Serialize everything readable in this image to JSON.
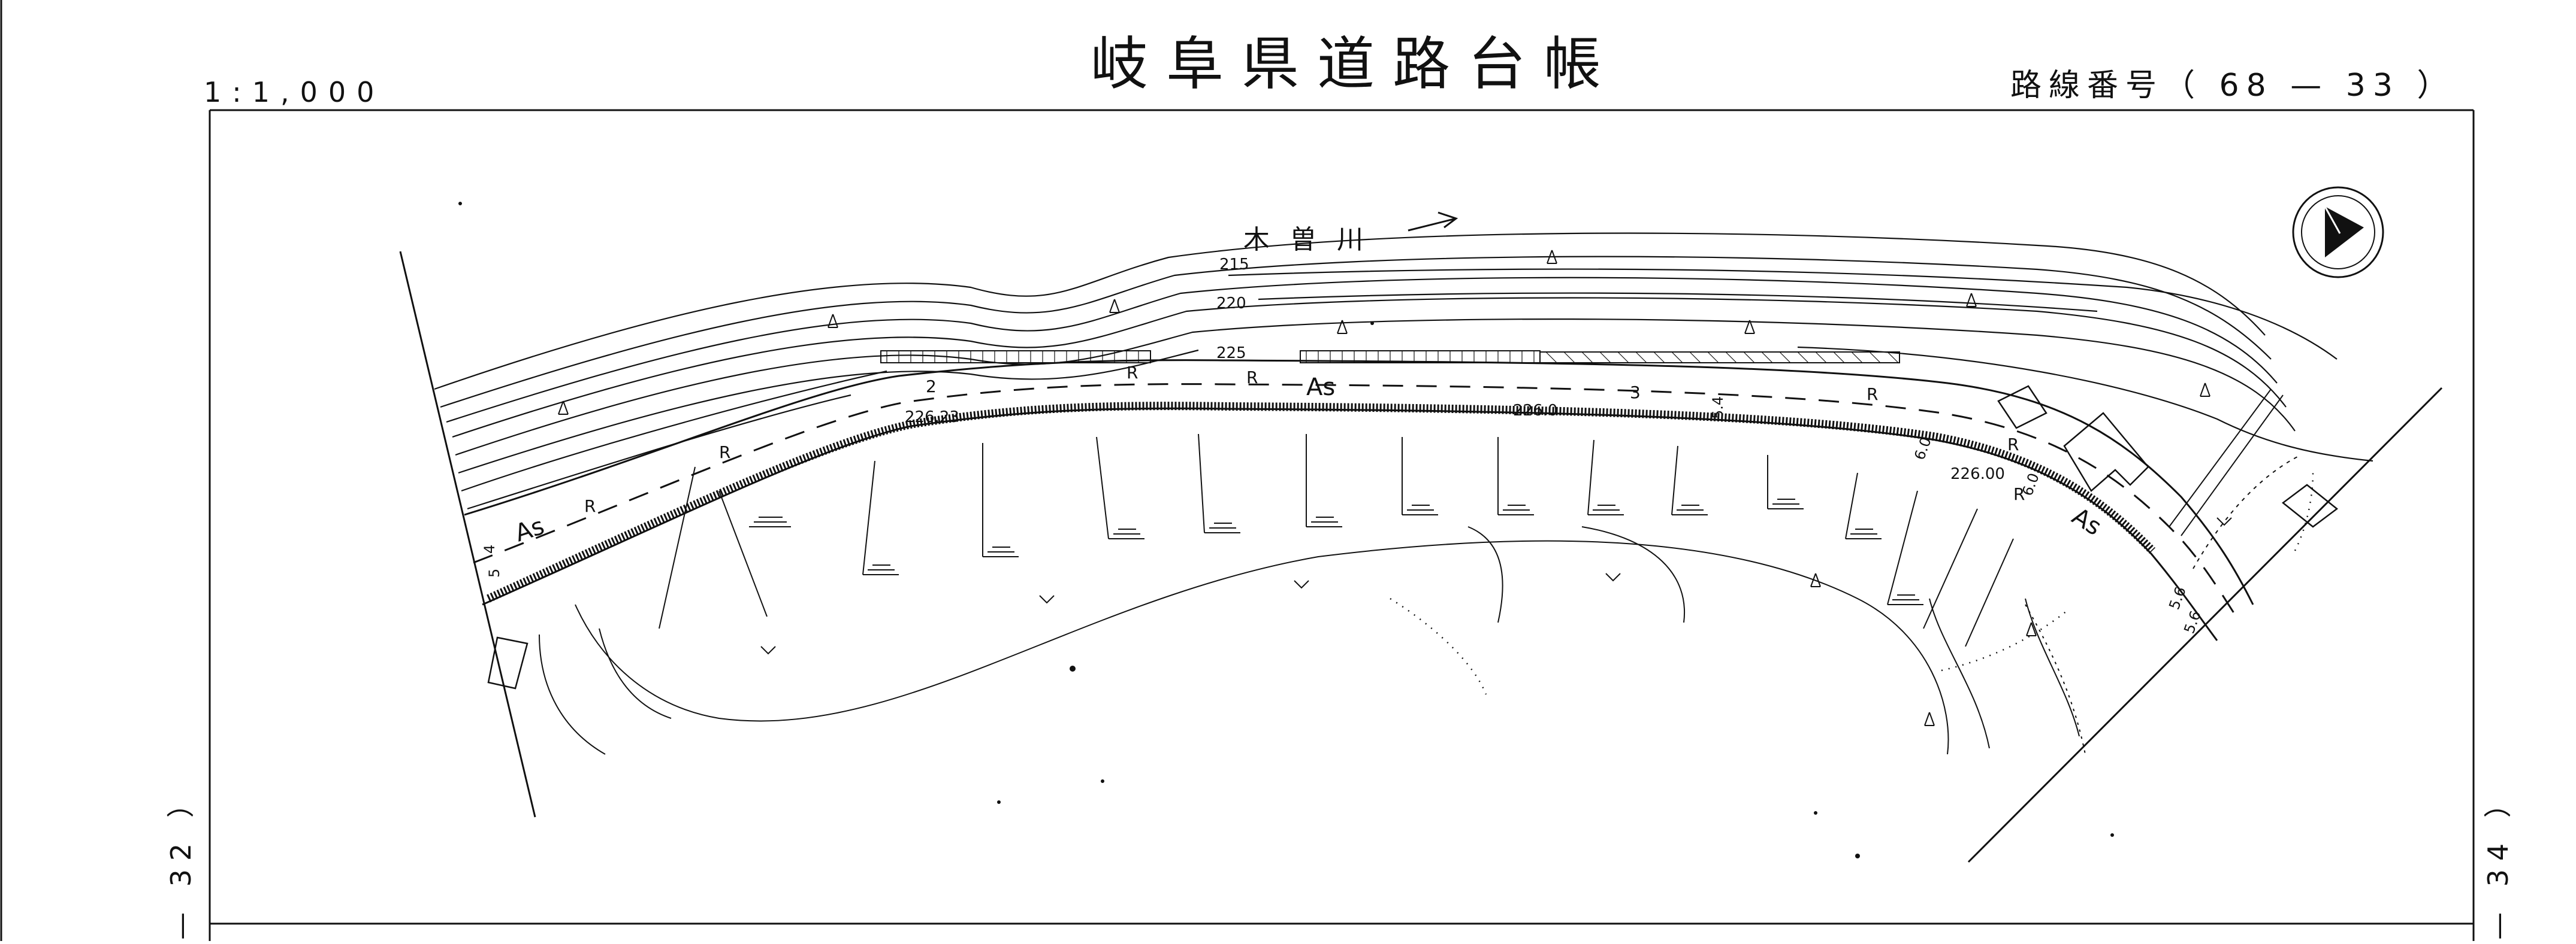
{
  "header": {
    "scale": "1:1,000",
    "title": "岐阜県道路台帳",
    "route_number": "路線番号（ 68 — 33 ）"
  },
  "side_marks": {
    "left": "— 32 ）",
    "right": "— 34 ）"
  },
  "map": {
    "river_label": "木 曽 川",
    "contour_labels": [
      "215",
      "220",
      "225"
    ],
    "road_labels": {
      "surface": "As",
      "edge_mark": "R",
      "section_numbers": [
        "2",
        "3"
      ],
      "widths": [
        "5.4",
        "6.0",
        "6.0",
        "5.6",
        "5.6",
        "5",
        "4"
      ],
      "elevations": [
        "226.23",
        "226.0",
        "226.00"
      ]
    },
    "north_arrow": "north-arrow"
  }
}
